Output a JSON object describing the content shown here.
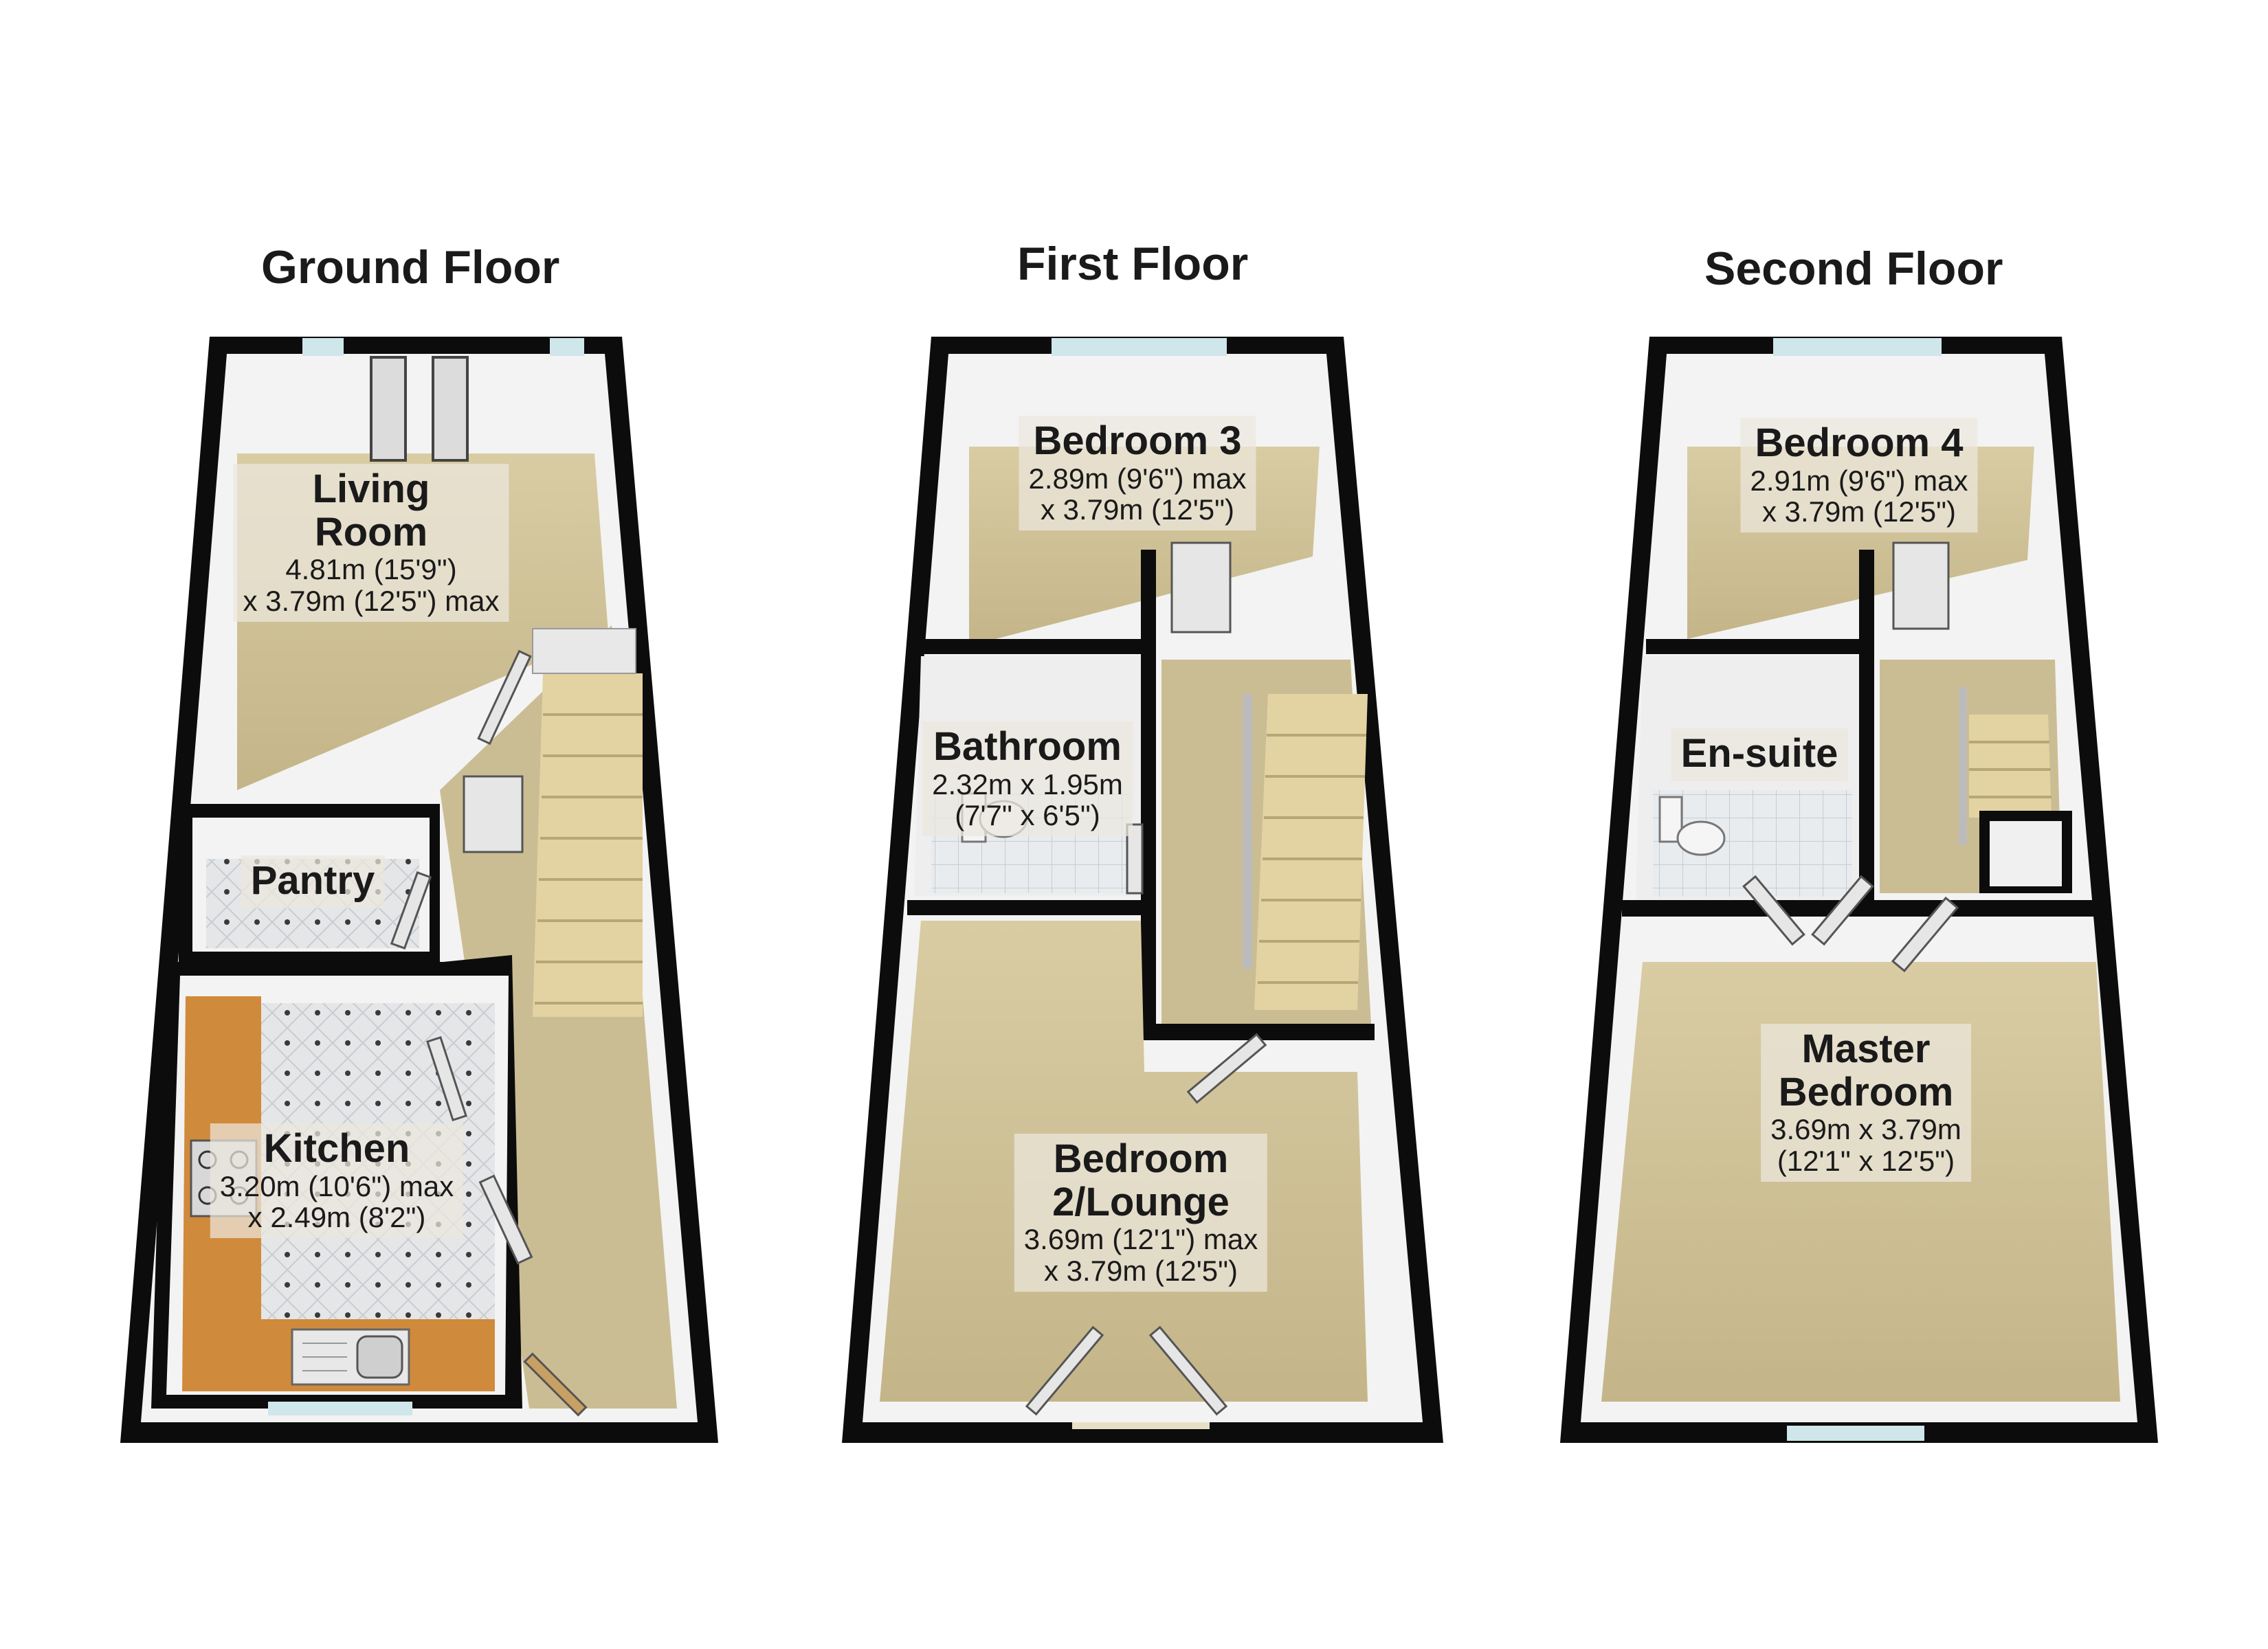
{
  "floors": [
    {
      "title": "Ground Floor",
      "rooms": [
        {
          "name": "Living Room",
          "name_lines": [
            "Living",
            "Room"
          ],
          "dims": [
            "4.81m (15'9\")",
            "x 3.79m (12'5\") max"
          ]
        },
        {
          "name": "Pantry",
          "name_lines": [
            "Pantry"
          ],
          "dims": []
        },
        {
          "name": "Kitchen",
          "name_lines": [
            "Kitchen"
          ],
          "dims": [
            "3.20m (10'6\") max",
            "x 2.49m (8'2\")"
          ]
        }
      ]
    },
    {
      "title": "First Floor",
      "rooms": [
        {
          "name": "Bedroom 3",
          "name_lines": [
            "Bedroom 3"
          ],
          "dims": [
            "2.89m (9'6\") max",
            "x 3.79m (12'5\")"
          ]
        },
        {
          "name": "Bathroom",
          "name_lines": [
            "Bathroom"
          ],
          "dims": [
            "2.32m x 1.95m",
            "(7'7\" x 6'5\")"
          ]
        },
        {
          "name": "Bedroom 2/Lounge",
          "name_lines": [
            "Bedroom",
            "2/Lounge"
          ],
          "dims": [
            "3.69m (12'1\") max",
            "x 3.79m (12'5\")"
          ]
        }
      ]
    },
    {
      "title": "Second Floor",
      "rooms": [
        {
          "name": "Bedroom 4",
          "name_lines": [
            "Bedroom 4"
          ],
          "dims": [
            "2.91m (9'6\") max",
            "x 3.79m (12'5\")"
          ]
        },
        {
          "name": "En-suite",
          "name_lines": [
            "En-suite"
          ],
          "dims": []
        },
        {
          "name": "Master Bedroom",
          "name_lines": [
            "Master",
            "Bedroom"
          ],
          "dims": [
            "3.69m x 3.79m",
            "(12'1\" x 12'5\")"
          ]
        }
      ]
    }
  ],
  "colors": {
    "wall": "#0c0c0c",
    "wall_inner": "#f4f4f4",
    "carpet": "#cdbf95",
    "tile": "#e2e4e6",
    "worktop": "#d08a3c",
    "stair": "#e3d3a3",
    "window": "#cfe6ea"
  }
}
